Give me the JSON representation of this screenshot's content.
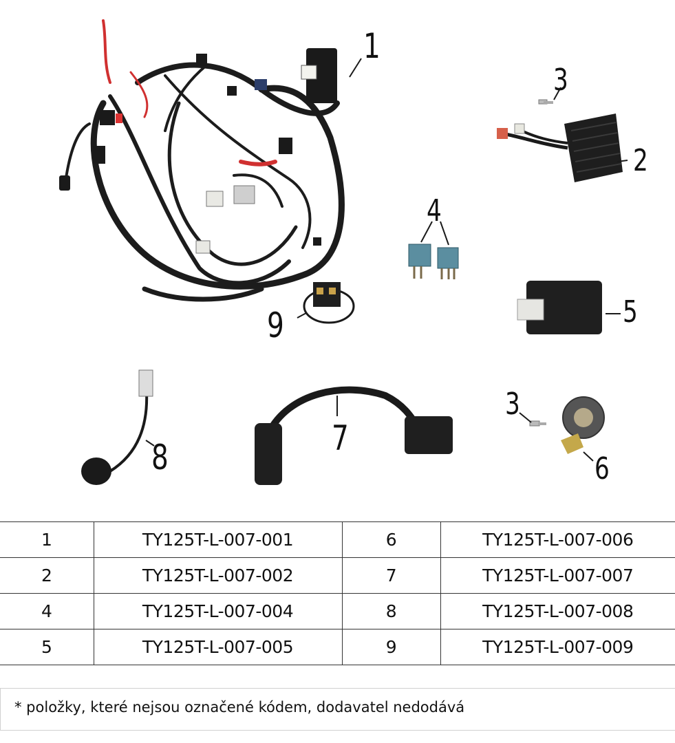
{
  "callouts": {
    "c1": "1",
    "c2": "2",
    "c3a": "3",
    "c3b": "3",
    "c4": "4",
    "c5": "5",
    "c6": "6",
    "c7": "7",
    "c8": "8",
    "c9": "9"
  },
  "parts_table": {
    "rows": [
      {
        "left_no": "1",
        "left_code": "TY125T-L-007-001",
        "right_no": "6",
        "right_code": "TY125T-L-007-006"
      },
      {
        "left_no": "2",
        "left_code": "TY125T-L-007-002",
        "right_no": "7",
        "right_code": "TY125T-L-007-007"
      },
      {
        "left_no": "4",
        "left_code": "TY125T-L-007-004",
        "right_no": "8",
        "right_code": "TY125T-L-007-008"
      },
      {
        "left_no": "5",
        "left_code": "TY125T-L-007-005",
        "right_no": "9",
        "right_code": "TY125T-L-007-009"
      }
    ]
  },
  "footnote": "* položky, které nejsou označené kódem, dodavatel nedodává"
}
